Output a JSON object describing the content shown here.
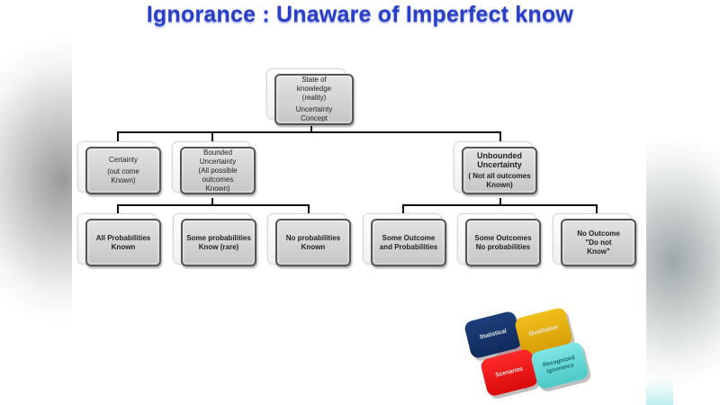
{
  "title": "Ignorance : Unaware of Imperfect know",
  "diagram": {
    "root": {
      "lines": [
        "State of",
        "knowledge",
        "(reality)",
        "Uncertainty",
        "Concept"
      ]
    },
    "level1": [
      {
        "title": "Certainty",
        "subtitle": "(out come Known)"
      },
      {
        "title": "Bounded Uncertainty",
        "subtitle": "(All possible outcomes Known)"
      },
      {
        "title": "Unbounded Uncertainty",
        "subtitle": "( Not all outcomes Known)"
      }
    ],
    "level2": [
      {
        "text": "All Probabilities Known",
        "color": "#555555"
      },
      {
        "text": "Some probabilities Know (rare)",
        "color": "#e8b400"
      },
      {
        "text": "No probabilities Known",
        "color": "#e11d1d"
      },
      {
        "text": "Some Outcome and Probabilities",
        "color": "#e8b400"
      },
      {
        "text": "Some Outcomes No probabilities",
        "color": "#e11d1d"
      },
      {
        "text": "No Outcome \"Do not Know\"",
        "color": "#4fe0e6"
      }
    ]
  },
  "graphic": {
    "blocks": [
      {
        "label": "Statistical",
        "color": "#1d3f7a"
      },
      {
        "label": "Qualitative",
        "color": "#f1bf1b"
      },
      {
        "label": "Scenarios",
        "color": "#ff2a2a"
      },
      {
        "label": "Recognized Ignorance",
        "color": "#7fe6e4"
      }
    ]
  }
}
